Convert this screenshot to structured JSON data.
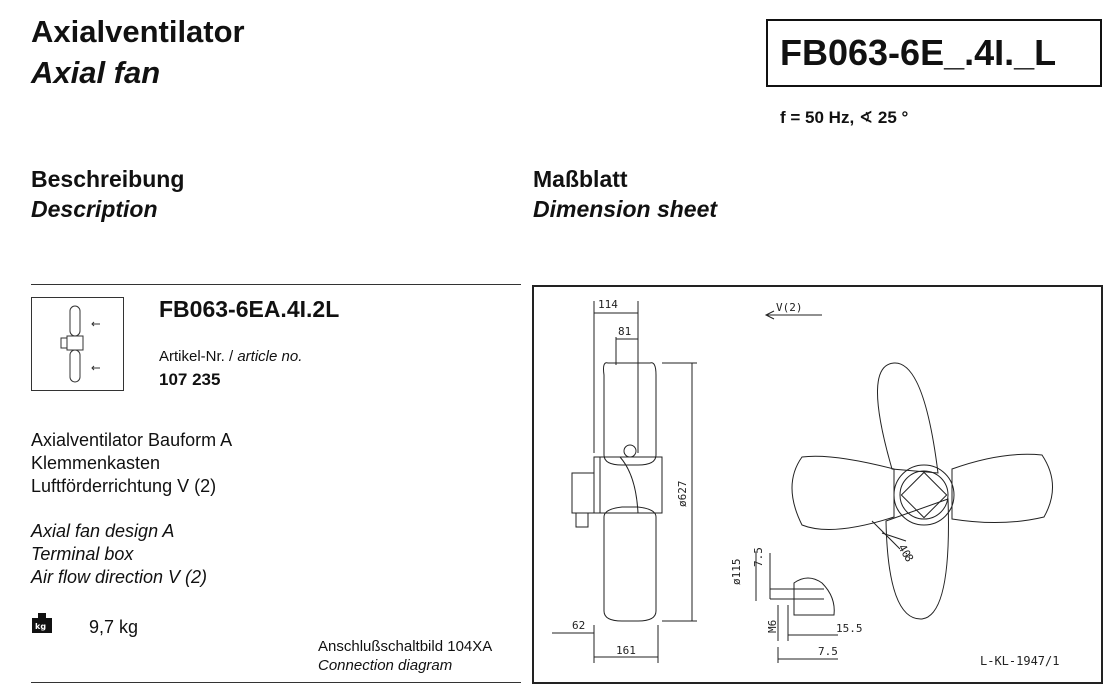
{
  "header": {
    "title_de": "Axialventilator",
    "title_en": "Axial fan",
    "model_code": "FB063-6E_.4I._L",
    "frequency_line": "f = 50 Hz, ∢ 25 °"
  },
  "sections": {
    "description_de": "Beschreibung",
    "description_en": "Description",
    "dimension_de": "Maßblatt",
    "dimension_en": "Dimension sheet"
  },
  "product": {
    "name": "FB063-6EA.4I.2L",
    "article_label_de": "Artikel-Nr. / ",
    "article_label_en": "article no.",
    "article_no": "107 235"
  },
  "description": {
    "de": [
      "Axialventilator Bauform A",
      "Klemmenkasten",
      "Luftförderrichtung V (2)"
    ],
    "en": [
      "Axial fan design A",
      "Terminal box",
      "Air flow direction V (2)"
    ]
  },
  "weight": {
    "icon": "weight-kg-icon",
    "value": "9,7 kg"
  },
  "connection": {
    "label_de": "Anschlußschaltbild 104XA",
    "label_en": "Connection diagram"
  },
  "drawing": {
    "view_label": "V(2)",
    "dimensions": {
      "d114": "114",
      "d81": "81",
      "dia627": "ø627",
      "d62": "62",
      "d161": "161",
      "dia115": "ø115",
      "d7_5_top": "7.5",
      "m6": "M6",
      "d15_5": "15.5",
      "d7_5_bottom": "7.5",
      "angle_40": "40",
      "angle_8": "8"
    },
    "drawing_no": "L-KL-1947/1"
  }
}
